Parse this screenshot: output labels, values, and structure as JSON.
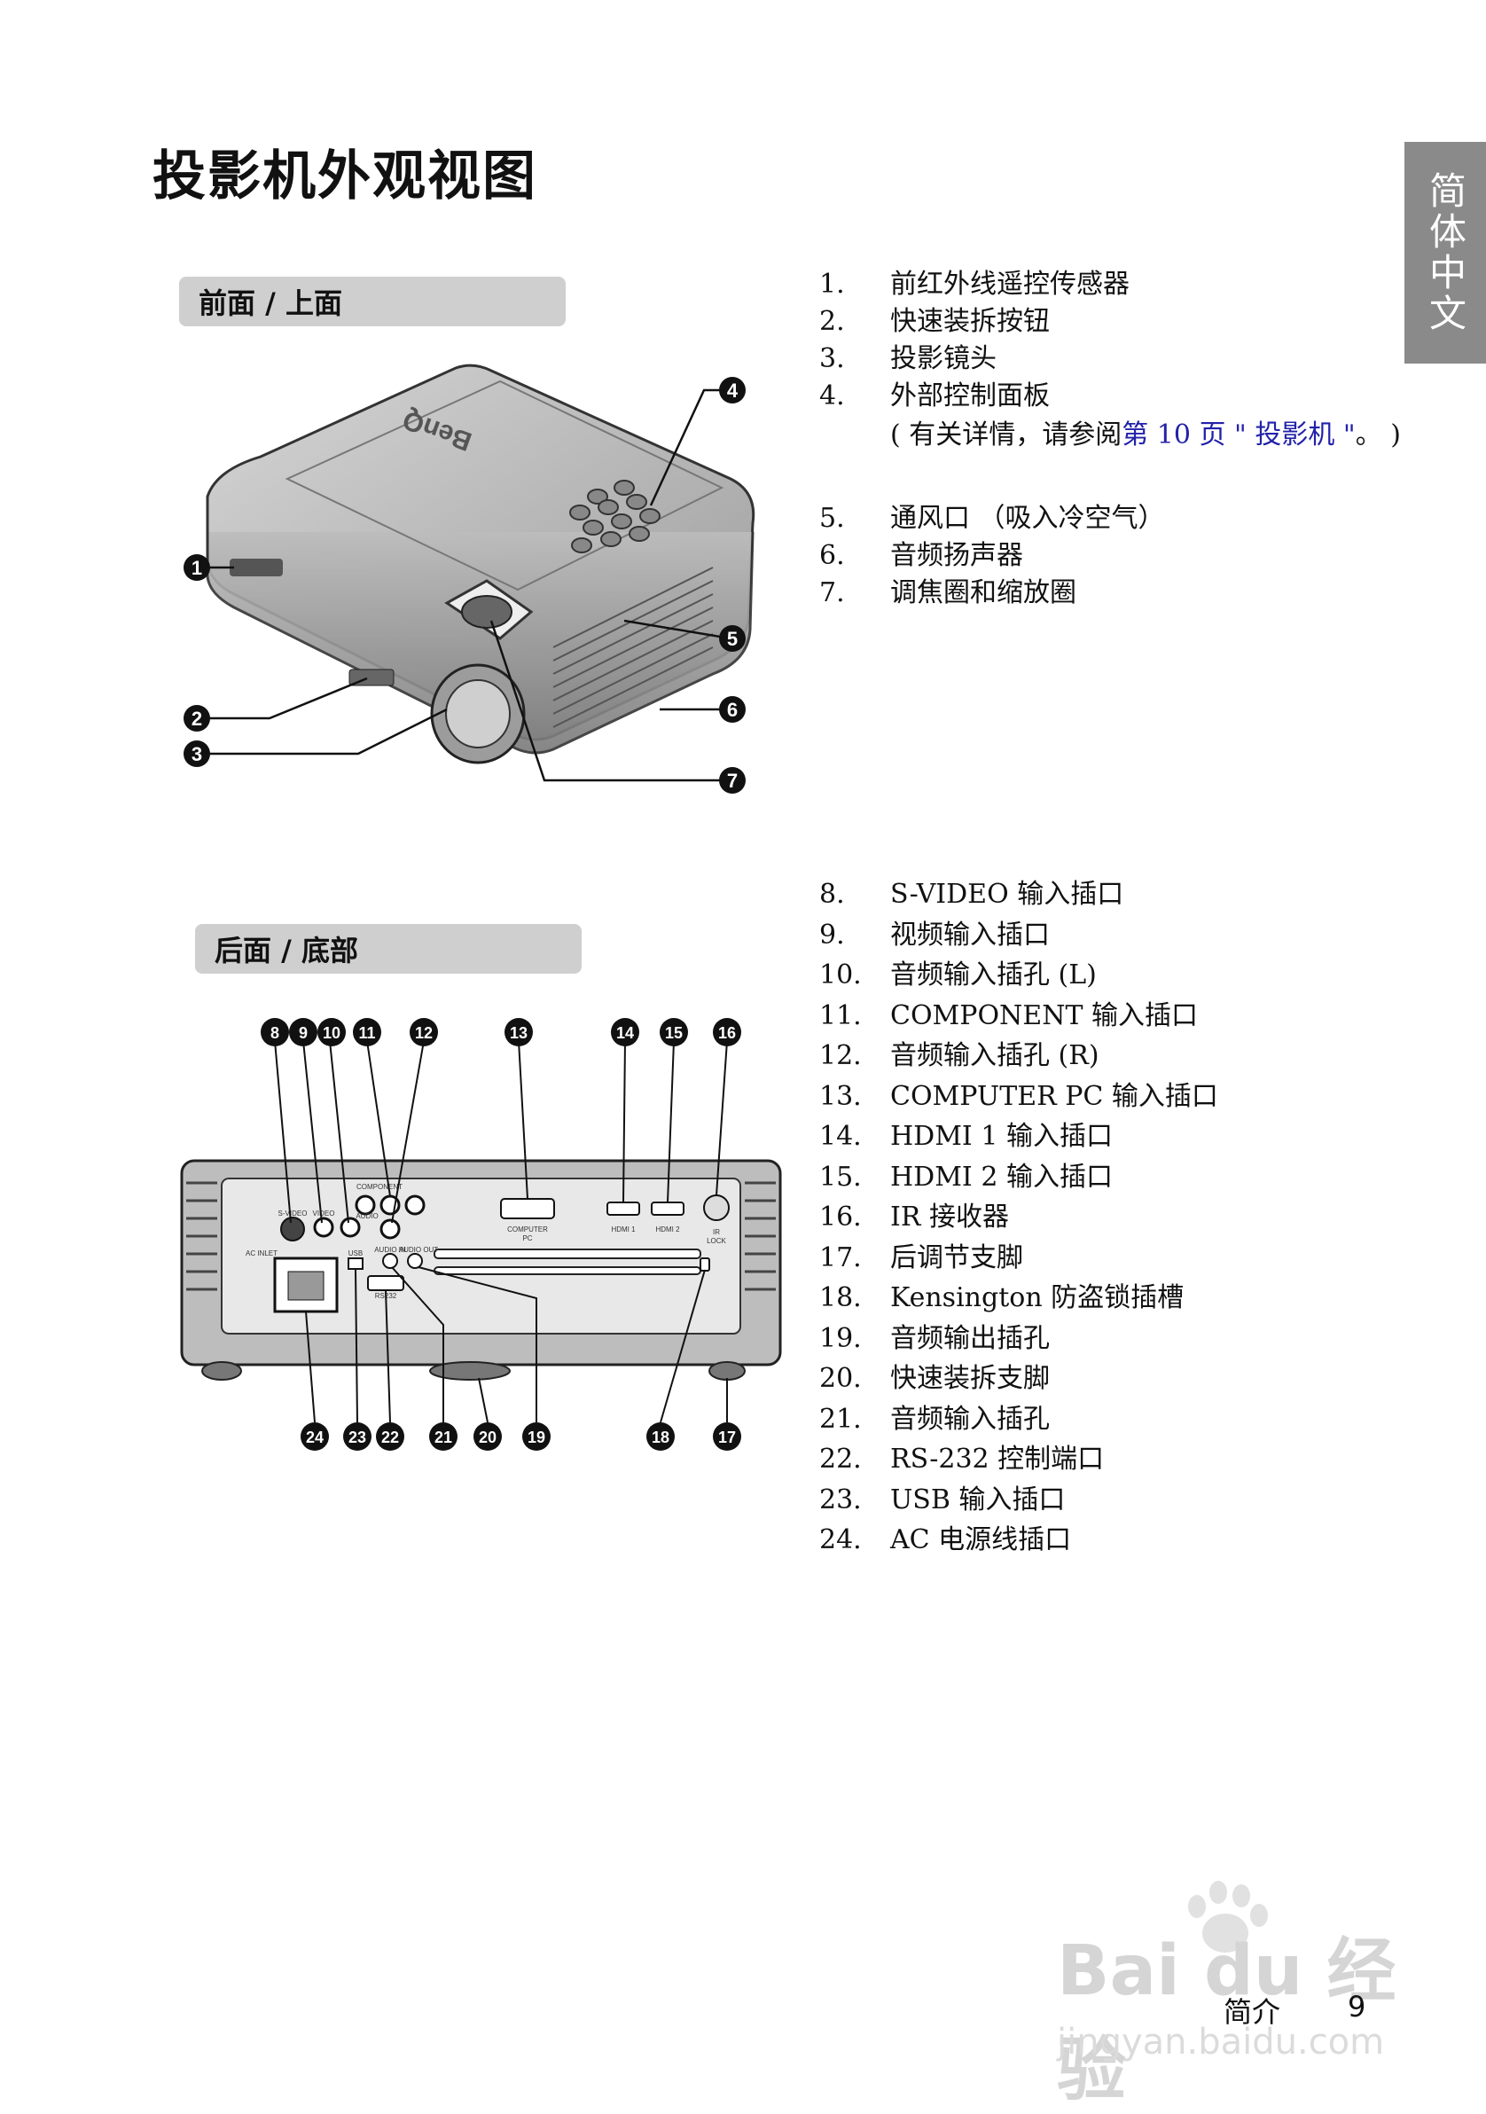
{
  "page_title": "投影机外观视图",
  "language_tab": "简体中文",
  "section_front": "前面 / 上面",
  "section_rear": "后面 / 底部",
  "front_items": [
    {
      "num": "1.",
      "text": "前红外线遥控传感器"
    },
    {
      "num": "2.",
      "text": "快速装拆按钮"
    },
    {
      "num": "3.",
      "text": "投影镜头"
    },
    {
      "num": "4.",
      "text": "外部控制面板",
      "note_prefix": "( 有关详情，请参阅",
      "note_link": "第 10 页 \" 投影机 \"",
      "note_suffix": "。 )"
    },
    {
      "num": "5.",
      "text": "通风口 （吸入冷空气）"
    },
    {
      "num": "6.",
      "text": "音频扬声器"
    },
    {
      "num": "7.",
      "text": "调焦圈和缩放圈"
    }
  ],
  "rear_items": [
    {
      "num": "8.",
      "text": "S-VIDEO 输入插口"
    },
    {
      "num": "9.",
      "text": "视频输入插口"
    },
    {
      "num": "10.",
      "text": " 音频输入插孔 (L)"
    },
    {
      "num": "11.",
      "text": "COMPONENT 输入插口"
    },
    {
      "num": "12.",
      "text": "音频输入插孔 (R)"
    },
    {
      "num": "13.",
      "text": "COMPUTER PC 输入插口"
    },
    {
      "num": "14.",
      "text": "HDMI 1 输入插口"
    },
    {
      "num": "15.",
      "text": "HDMI 2 输入插口"
    },
    {
      "num": "16.",
      "text": "IR 接收器"
    },
    {
      "num": "17.",
      "text": "后调节支脚"
    },
    {
      "num": "18.",
      "text": "Kensington 防盗锁插槽"
    },
    {
      "num": "19.",
      "text": "音频输出插孔"
    },
    {
      "num": "20.",
      "text": "快速装拆支脚"
    },
    {
      "num": "21.",
      "text": "音频输入插孔"
    },
    {
      "num": "22.",
      "text": "RS-232 控制端口"
    },
    {
      "num": "23.",
      "text": " USB 输入插口"
    },
    {
      "num": "24.",
      "text": "AC 电源线插口"
    }
  ],
  "front_diagram": {
    "brand": "BenQ",
    "callouts": [
      "1",
      "2",
      "3",
      "4",
      "5",
      "6",
      "7"
    ]
  },
  "rear_diagram": {
    "callouts_top": [
      "8",
      "9",
      "10",
      "11",
      "12",
      "13",
      "14",
      "15",
      "16"
    ],
    "callouts_bottom": [
      "24",
      "23",
      "22",
      "21",
      "20",
      "19",
      "18",
      "17"
    ],
    "panel_labels": {
      "component": "COMPONENT",
      "computer": "COMPUTER",
      "pc": "PC",
      "hdmi1": "HDMI 1",
      "hdmi2": "HDMI 2",
      "ir": "IR",
      "lock": "LOCK",
      "ac_inlet": "AC INLET",
      "audio_in": "AUDIO IN",
      "audio_out": "AUDIO OUT",
      "svideo": "S-VIDEO",
      "video": "VIDEO",
      "audio": "AUDIO",
      "usb": "USB",
      "rs232": "RS232"
    }
  },
  "watermark": {
    "logo": "Bai du 经验",
    "url": "jingyan.baidu.com"
  },
  "footer": {
    "label": "简介",
    "page": "9"
  }
}
